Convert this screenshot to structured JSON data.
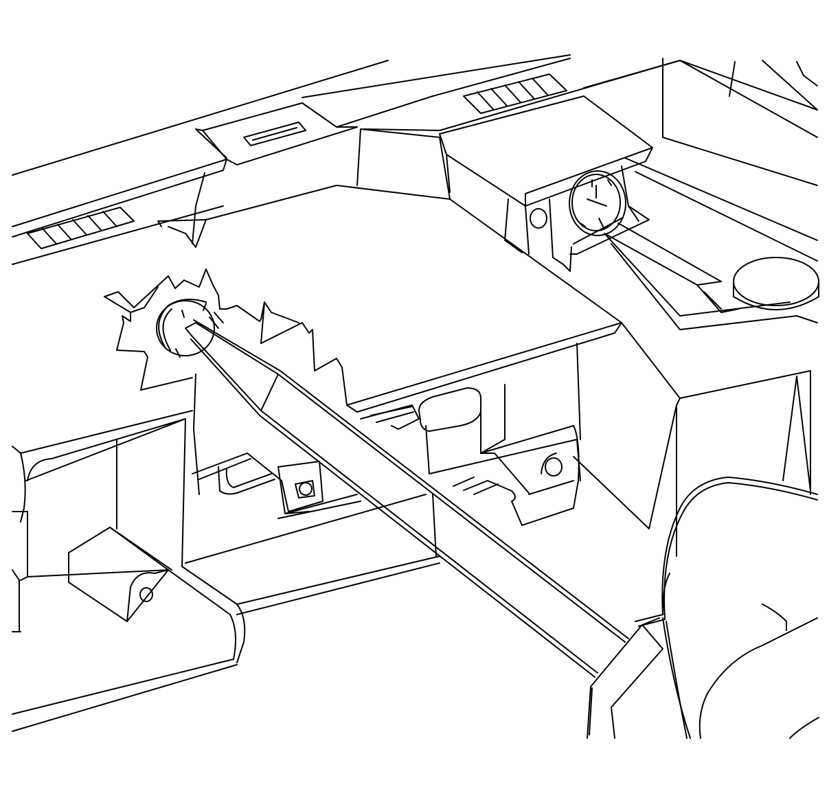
{
  "figure": {
    "kind": "technical line illustration",
    "colors": {
      "line": "#000000",
      "background": "#ffffff"
    },
    "parts": [
      "mounting-panel",
      "vent-slots",
      "center-bracket",
      "upper-right-clip",
      "retaining-clip",
      "flat-blade-screwdriver",
      "hand"
    ]
  }
}
